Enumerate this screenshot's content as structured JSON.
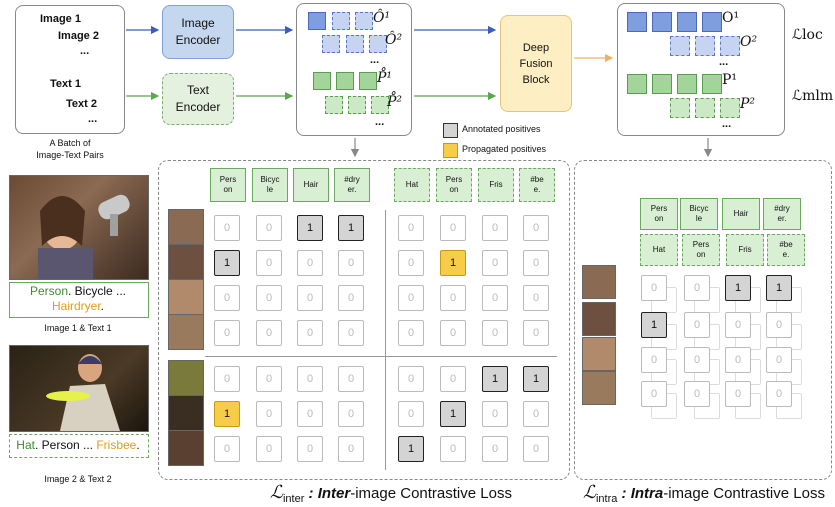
{
  "batch": {
    "items": [
      "Image 1",
      "Image 2",
      "...",
      "Text 1",
      "Text 2",
      "..."
    ],
    "caption": "A Batch of\nImage-Text Pairs"
  },
  "encoders": {
    "image": "Image\nEncoder",
    "text": "Text\nEncoder"
  },
  "fusion": "Deep\nFusion\nBlock",
  "features_pre": {
    "o1": "Ô¹",
    "o2": "Ô²",
    "p1": "P̊¹",
    "p2": "P̊²",
    "ellipsis": "..."
  },
  "features_post": {
    "o1": "O¹",
    "o2": "O²",
    "p1": "P¹",
    "p2": "P²",
    "ellipsis": "..."
  },
  "losses": {
    "loc": "ℒloc",
    "mlm": "ℒmlm"
  },
  "legend": {
    "annotated": "Annotated positives",
    "propagated": "Propagated positives"
  },
  "examples": {
    "ex1": {
      "parts": [
        "Person",
        ". Bicycle ... ",
        "Hairdryer",
        "."
      ],
      "label": "Image 1 & Text 1"
    },
    "ex2": {
      "parts": [
        "Hat",
        ". Person ... ",
        "Frisbee",
        "."
      ],
      "label": "Image 2 & Text 2"
    }
  },
  "inter": {
    "tokens1": [
      "Pers\non",
      "Bicyc\nle",
      "Hair",
      "#dry\ner."
    ],
    "tokens2": [
      "Hat",
      "Pers\non",
      "Fris",
      "#be\ne."
    ],
    "rows": [
      [
        "0",
        "0",
        "1",
        "1",
        "0",
        "0",
        "0",
        "0"
      ],
      [
        "1",
        "0",
        "0",
        "0",
        "0",
        "1",
        "0",
        "0"
      ],
      [
        "0",
        "0",
        "0",
        "0",
        "0",
        "0",
        "0",
        "0"
      ],
      [
        "0",
        "0",
        "0",
        "0",
        "0",
        "0",
        "0",
        "0"
      ],
      [
        "0",
        "0",
        "0",
        "0",
        "0",
        "0",
        "1",
        "1"
      ],
      [
        "1",
        "0",
        "0",
        "0",
        "0",
        "1",
        "0",
        "0"
      ],
      [
        "0",
        "0",
        "0",
        "0",
        "1",
        "0",
        "0",
        "0"
      ]
    ],
    "types": [
      [
        "z",
        "z",
        "a",
        "a",
        "z",
        "z",
        "z",
        "z"
      ],
      [
        "a",
        "z",
        "z",
        "z",
        "z",
        "p",
        "z",
        "z"
      ],
      [
        "z",
        "z",
        "z",
        "z",
        "z",
        "z",
        "z",
        "z"
      ],
      [
        "z",
        "z",
        "z",
        "z",
        "z",
        "z",
        "z",
        "z"
      ],
      [
        "z",
        "z",
        "z",
        "z",
        "z",
        "z",
        "a",
        "a"
      ],
      [
        "p",
        "z",
        "z",
        "z",
        "z",
        "a",
        "z",
        "z"
      ],
      [
        "z",
        "z",
        "z",
        "z",
        "a",
        "z",
        "z",
        "z"
      ]
    ],
    "caption_sym": "ℒ",
    "caption_sub": "inter",
    "caption_bold": " : Inter",
    "caption_rest": "-image Contrastive Loss"
  },
  "intra": {
    "tokens1": [
      "Pers\non",
      "Bicyc\nle",
      "Hair",
      "#dry\ner."
    ],
    "tokens2": [
      "Hat",
      "Pers\non",
      "Fris",
      "#be\ne."
    ],
    "rows": [
      [
        "0",
        "0",
        "1",
        "1"
      ],
      [
        "1",
        "0",
        "0",
        "0"
      ],
      [
        "0",
        "0",
        "0",
        "0"
      ],
      [
        "0",
        "0",
        "0",
        "0"
      ]
    ],
    "types": [
      [
        "z",
        "z",
        "a",
        "a"
      ],
      [
        "a",
        "z",
        "z",
        "z"
      ],
      [
        "z",
        "z",
        "z",
        "z"
      ],
      [
        "z",
        "z",
        "z",
        "z"
      ]
    ],
    "caption_sym": "ℒ",
    "caption_sub": "intra",
    "caption_bold": " : Intra",
    "caption_rest": "-image Contrastive Loss"
  },
  "colors": {
    "blue": "#7f9ede",
    "green": "#a3d49a",
    "yellow": "#f7cc48",
    "gray": "#d4d4d4",
    "orange_text": "#e0a012",
    "green_text": "#3f8a33"
  }
}
